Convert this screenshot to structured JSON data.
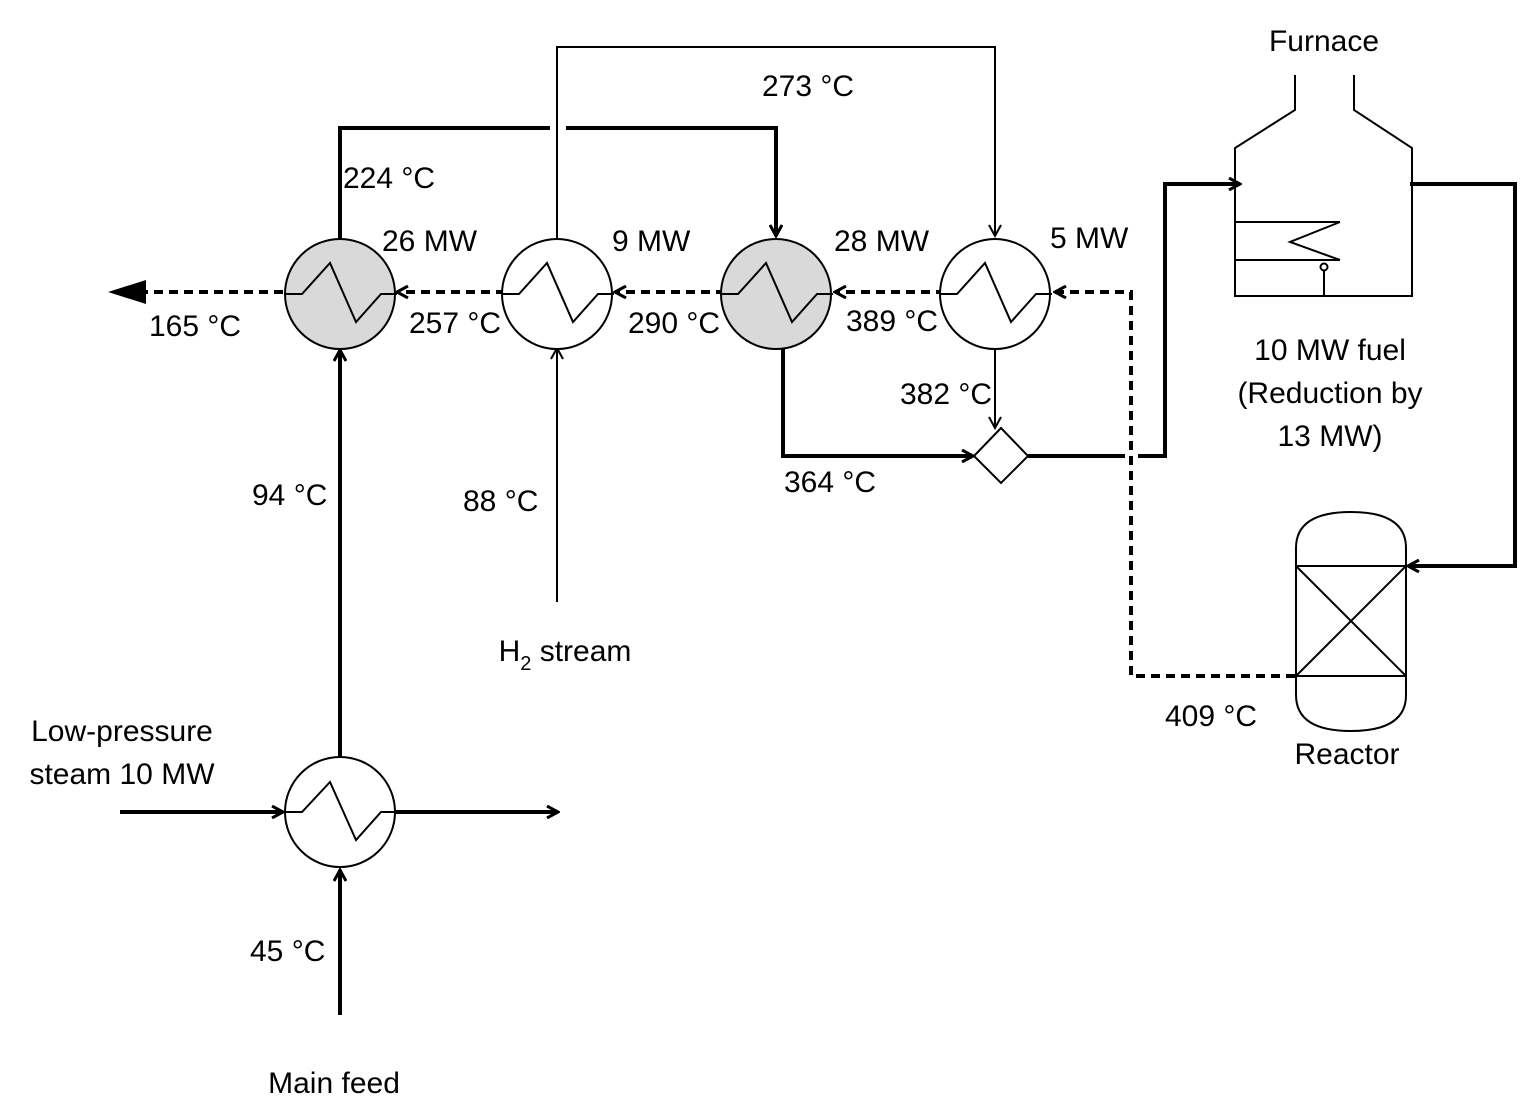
{
  "labels": {
    "furnace": "Furnace",
    "fuel_line1": "10 MW fuel",
    "fuel_line2": "(Reduction by",
    "fuel_line3": "13 MW)",
    "reactor": "Reactor",
    "h2_main": "H",
    "h2_sub": "2",
    "h2_rest": " stream",
    "main_feed": "Main feed",
    "lps_line1": "Low-pressure",
    "lps_line2": "steam 10 MW"
  },
  "duties": {
    "hx1": "26 MW",
    "hx2": "9 MW",
    "hx3": "28 MW",
    "hx4": "5 MW"
  },
  "temperatures": {
    "t273": "273 °C",
    "t224": "224 °C",
    "t165": "165 °C",
    "t257": "257 °C",
    "t290": "290 °C",
    "t389": "389 °C",
    "t382": "382 °C",
    "t364": "364 °C",
    "t94": "94 °C",
    "t88": "88 °C",
    "t409": "409 °C",
    "t45": "45 °C"
  },
  "colors": {
    "line": "#000000",
    "hx_shaded": "#d9d9d9",
    "hx_plain": "#ffffff"
  }
}
